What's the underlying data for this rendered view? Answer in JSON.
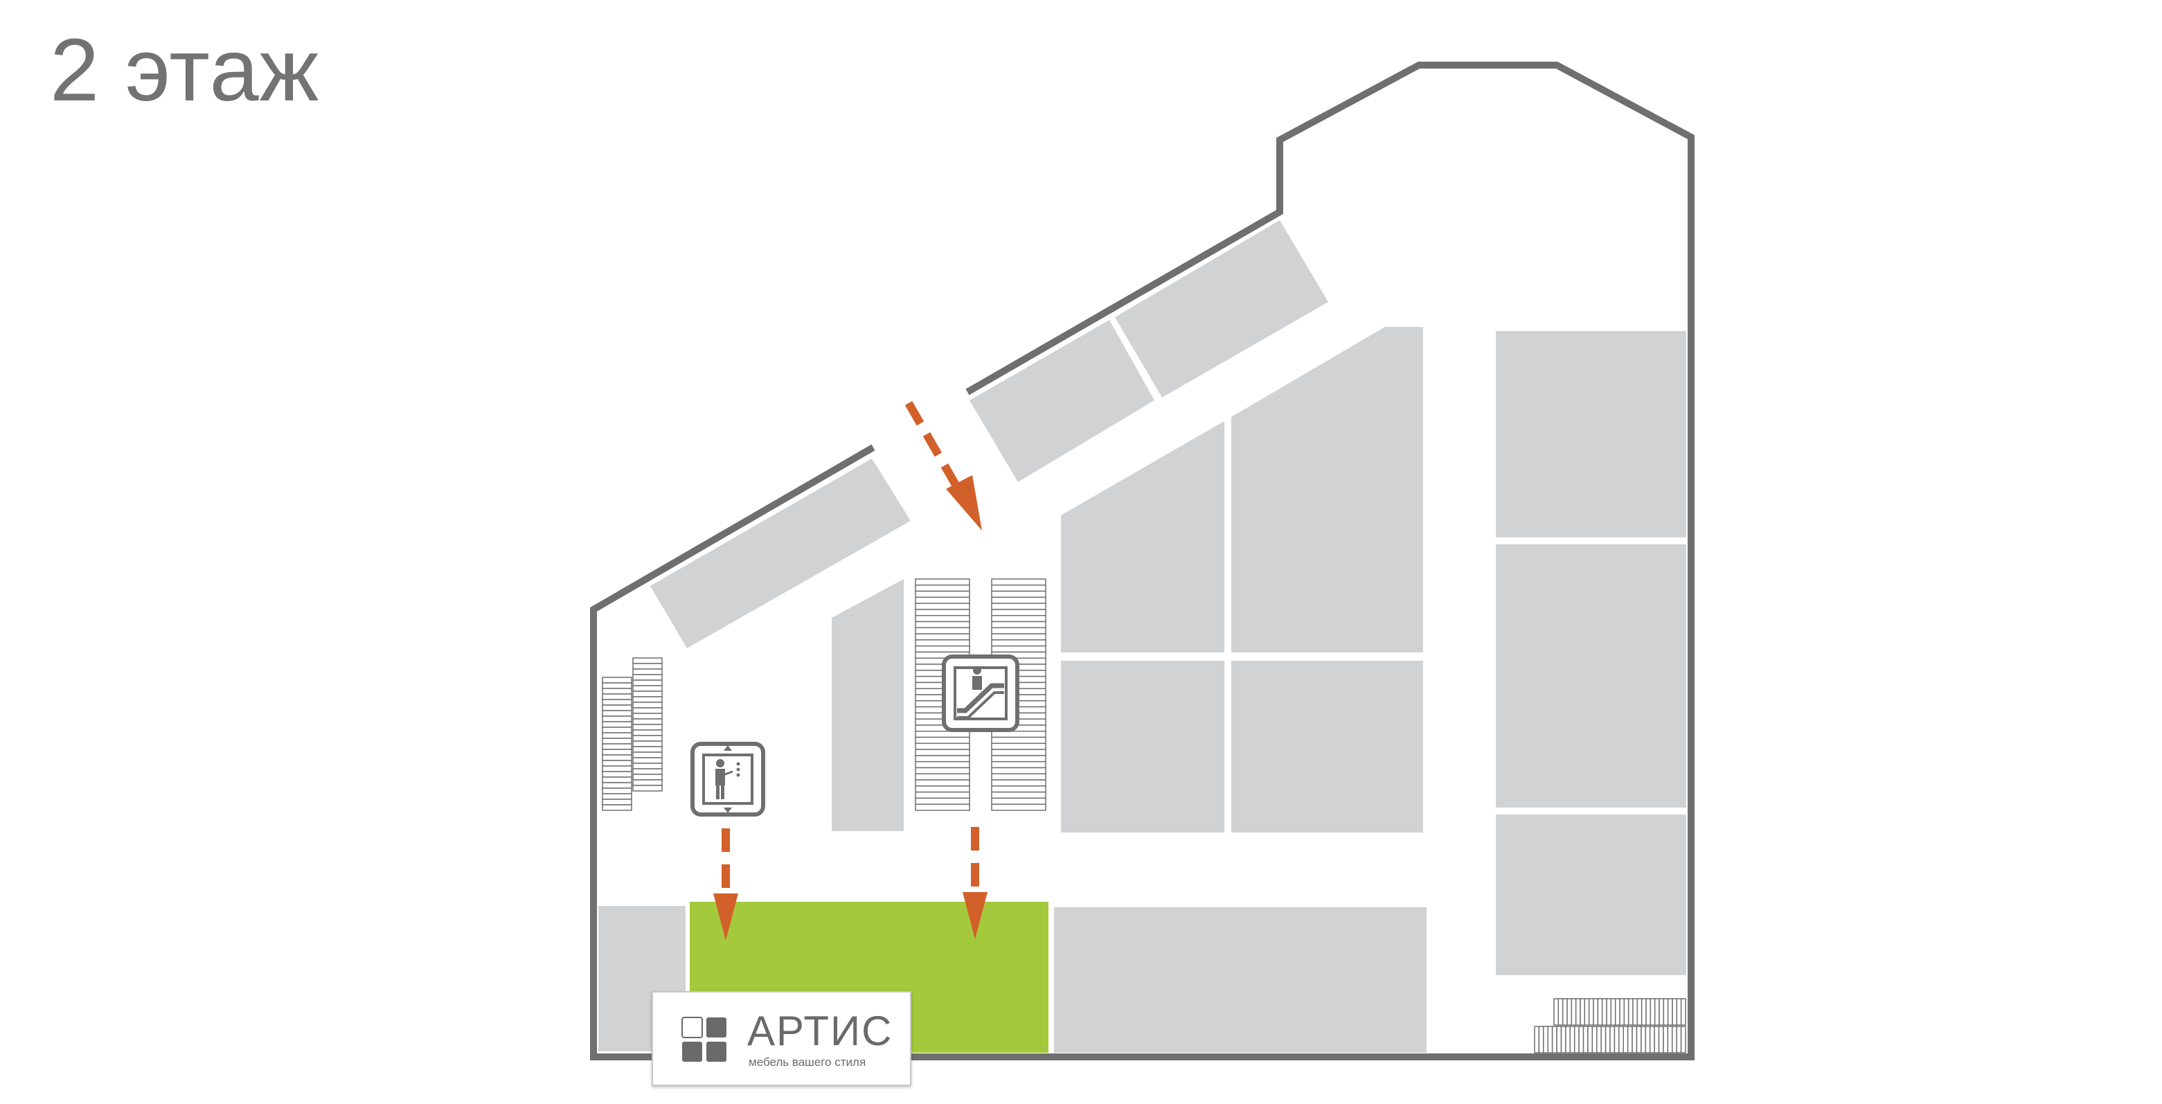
{
  "floor": {
    "title": "2 этаж"
  },
  "colors": {
    "shop": "#d1d2d4",
    "wall": "#6f6f6f",
    "highlight": "#a5c93d",
    "route_arrow": "#d2602a"
  },
  "icons": {
    "elevator": "elevator-icon",
    "escalator": "escalator-icon",
    "logo": "artis-logo-icon"
  },
  "highlighted_store": {
    "name": "АРТИС",
    "tagline": "мебель вашего стиля"
  }
}
